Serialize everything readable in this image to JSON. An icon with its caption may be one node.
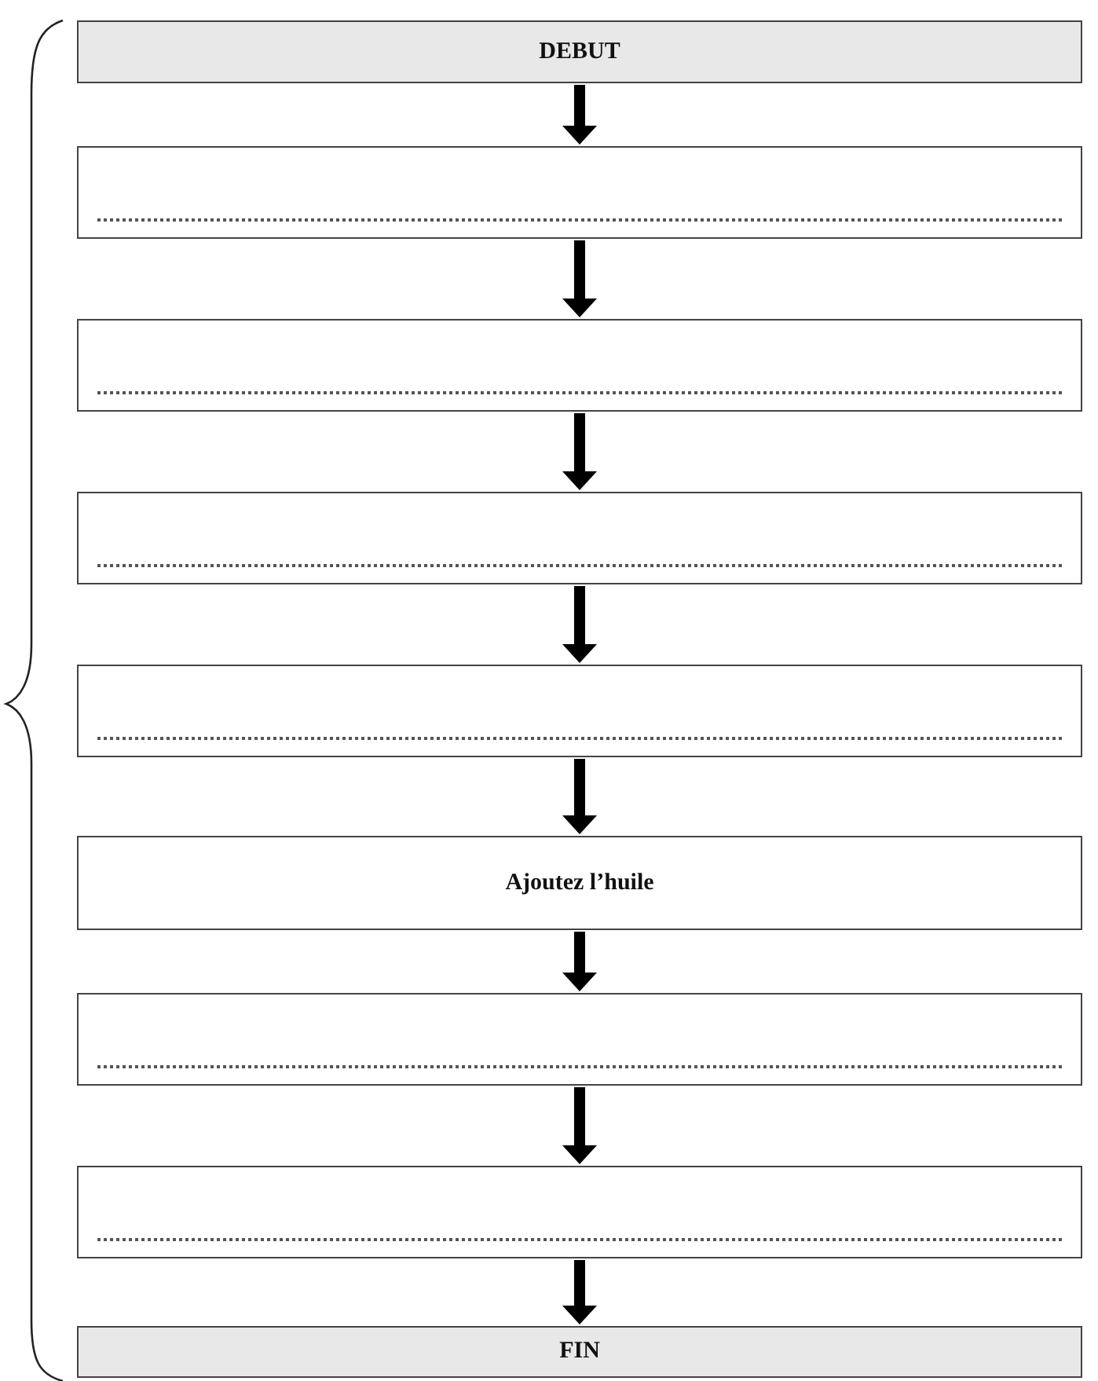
{
  "diagram": {
    "nodes": [
      {
        "text": [
          "DEBUT"
        ]
      },
      {
        "text": [],
        "shape": "box"
      },
      {
        "text": [],
        "shape": "box"
      },
      {
        "text": [],
        "shape": "box"
      },
      {
        "text": [],
        "shape": "box"
      },
      {
        "text": [
          "Ajoutez l’huile"
        ]
      },
      {
        "text": [],
        "shape": "box"
      },
      {
        "text": [],
        "shape": "box"
      },
      {
        "text": [
          "FIN"
        ]
      }
    ],
    "edges": [
      {
        "from": 0,
        "to": 1,
        "arrow": "to"
      },
      {
        "from": 1,
        "to": 2,
        "arrow": "to"
      },
      {
        "from": 2,
        "to": 3,
        "arrow": "to"
      },
      {
        "from": 3,
        "to": 4,
        "arrow": "to"
      },
      {
        "from": 4,
        "to": 5,
        "arrow": "to"
      },
      {
        "from": 5,
        "to": 6,
        "arrow": "to"
      },
      {
        "from": 6,
        "to": 7,
        "arrow": "to"
      },
      {
        "from": 7,
        "to": 8,
        "arrow": "to"
      }
    ]
  }
}
